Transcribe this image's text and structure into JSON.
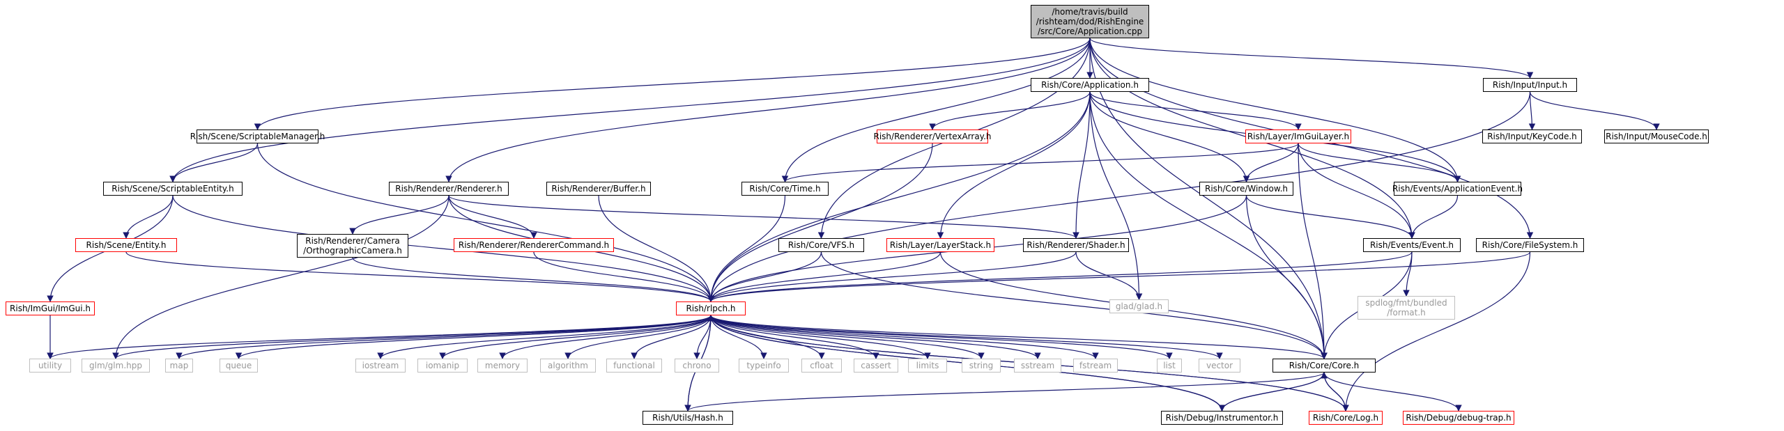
{
  "colors": {
    "edge": "#191970",
    "edge_red": "#8b1a1a",
    "border": "#000000",
    "border_red": "#ff0000",
    "border_gray": "#bfbfbf",
    "text_gray": "#999999",
    "root_fill": "#bfbfbf"
  },
  "nodes": {
    "root": "/home/travis/build\n/rishteam/dod/RishEngine\n/src/Core/Application.cpp",
    "core_application": "Rish/Core/Application.h",
    "input": "Rish/Input/Input.h",
    "scene_scriptablemanager": "Rish/Scene/ScriptableManager.h",
    "renderer_vertexarray": "Rish/Renderer/VertexArray.h",
    "layer_imguilayer": "Rish/Layer/ImGuiLayer.h",
    "input_keycode": "Rish/Input/KeyCode.h",
    "input_mousecode": "Rish/Input/MouseCode.h",
    "scene_scriptableentity": "Rish/Scene/ScriptableEntity.h",
    "renderer_renderer": "Rish/Renderer/Renderer.h",
    "renderer_buffer": "Rish/Renderer/Buffer.h",
    "core_time": "Rish/Core/Time.h",
    "core_window": "Rish/Core/Window.h",
    "events_applicationevent": "Rish/Events/ApplicationEvent.h",
    "scene_entity": "Rish/Scene/Entity.h",
    "renderer_camera": "Rish/Renderer/Camera\n/OrthographicCamera.h",
    "renderer_renderercommand": "Rish/Renderer/RendererCommand.h",
    "core_vfs": "Rish/Core/VFS.h",
    "layer_layerstack": "Rish/Layer/LayerStack.h",
    "renderer_shader": "Rish/Renderer/Shader.h",
    "events_event": "Rish/Events/Event.h",
    "core_filesystem": "Rish/Core/FileSystem.h",
    "imgui_imgui": "Rish/ImGui/ImGui.h",
    "rlpch": "Rish/rlpch.h",
    "glad": "glad/glad.h",
    "spdlog_format": "spdlog/fmt/bundled\n/format.h",
    "utility": "utility",
    "glm": "glm/glm.hpp",
    "map": "map",
    "queue": "queue",
    "iostream": "iostream",
    "iomanip": "iomanip",
    "memory": "memory",
    "algorithm": "algorithm",
    "functional": "functional",
    "chrono": "chrono",
    "typeinfo": "typeinfo",
    "cfloat": "cfloat",
    "cassert": "cassert",
    "limits": "limits",
    "string": "string",
    "sstream": "sstream",
    "fstream": "fstream",
    "list": "list",
    "vector": "vector",
    "core_core": "Rish/Core/Core.h",
    "utils_hash": "Rish/Utils/Hash.h",
    "debug_instrumentor": "Rish/Debug/Instrumentor.h",
    "core_log": "Rish/Core/Log.h",
    "debug_trap": "Rish/Debug/debug-trap.h"
  }
}
